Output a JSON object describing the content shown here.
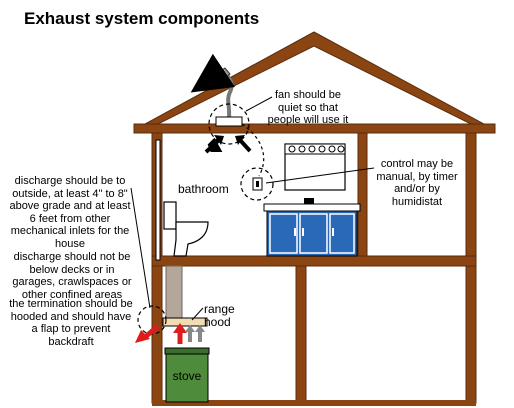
{
  "title": "Exhaust system components",
  "labels": {
    "fan_note": "fan should be quiet so that people will use it",
    "control_note": "control may be manual, by timer and/or by humidistat",
    "bathroom": "bathroom",
    "discharge_outside": "discharge should be to outside, at least 4\" to 8\" above grade and at least 6 feet from other mechanical inlets for the house",
    "discharge_not_below": "discharge should not be below decks or in garages, crawlspaces or other confined areas",
    "termination_note": "the termination should be hooded and should have a flap to prevent backdraft",
    "range_hood": "range hood",
    "stove": "stove"
  },
  "colors": {
    "frame": "#8b4513",
    "wall_fill": "#ffffff",
    "duct": "#b4a79a",
    "stove_fill": "#4e8b3a",
    "vanity_fill": "#2a68b8",
    "airflow_arrow": "#e01b1b",
    "fan_arrow": "#000000"
  }
}
